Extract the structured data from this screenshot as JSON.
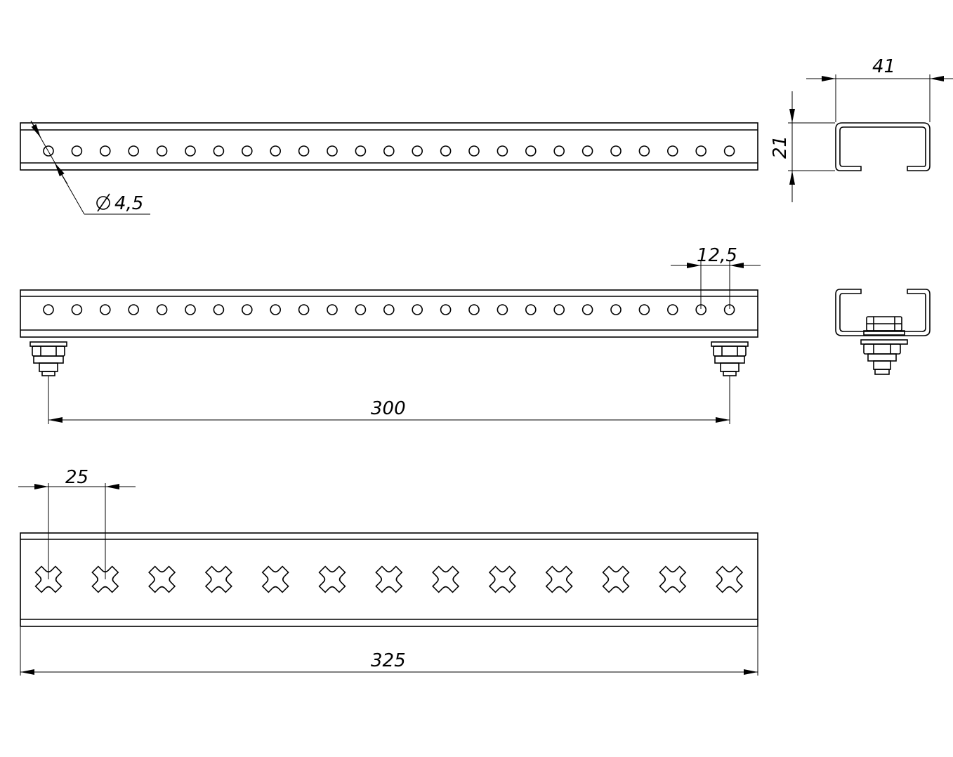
{
  "dimensions": {
    "hole_diameter": "4,5",
    "profile_width": "41",
    "profile_height": "21",
    "hole_pitch": "12,5",
    "mount_span": "300",
    "slot_pitch": "25",
    "total_length": "325"
  },
  "parts": {
    "top_rail_hole_count": 25,
    "middle_rail_hole_count": 25,
    "bottom_rail_slot_count": 13
  }
}
